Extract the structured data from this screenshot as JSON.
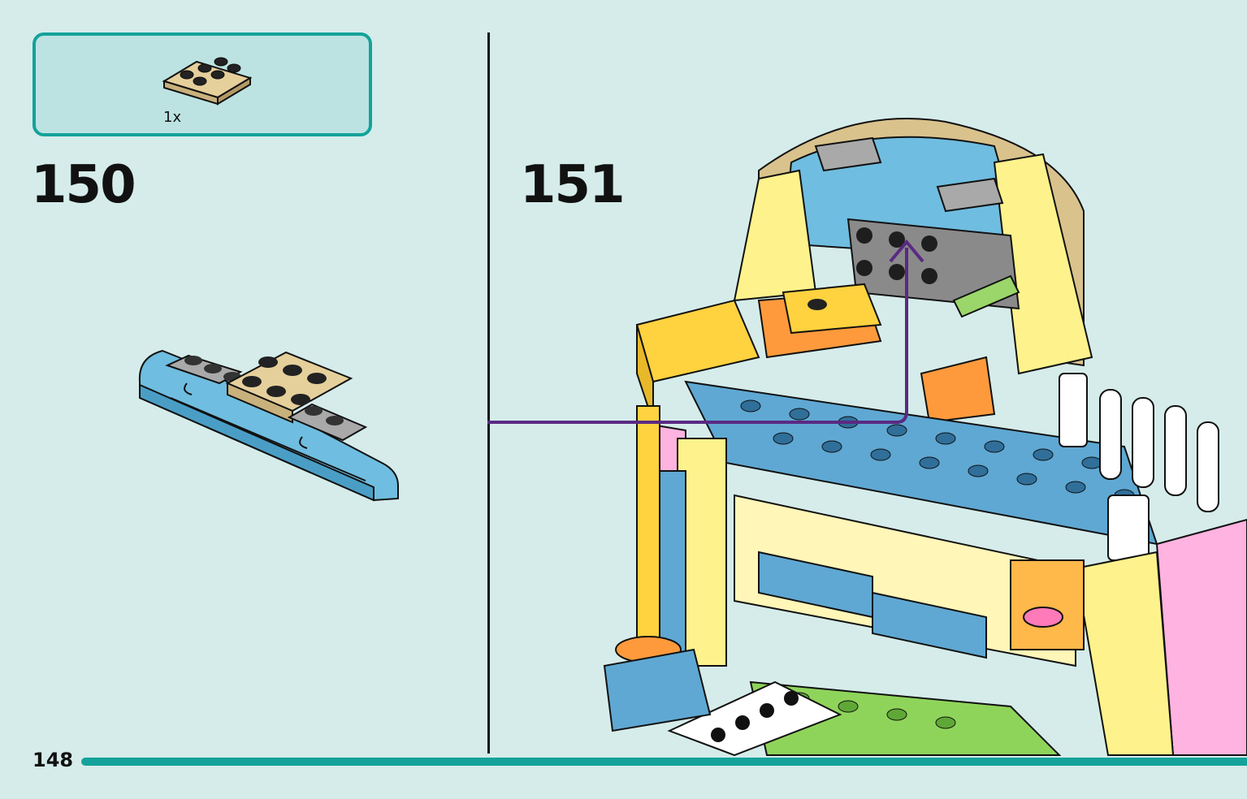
{
  "parts": {
    "quantity": "1x",
    "part_icon": "tan-2x3-plate-icon"
  },
  "steps": {
    "left": "150",
    "right": "151"
  },
  "footer": {
    "page_number": "148"
  },
  "colors": {
    "background": "#d5ecea",
    "accent": "#14a29a",
    "parts_box_fill": "#bce3e1",
    "arrow": "#5a2a82"
  }
}
